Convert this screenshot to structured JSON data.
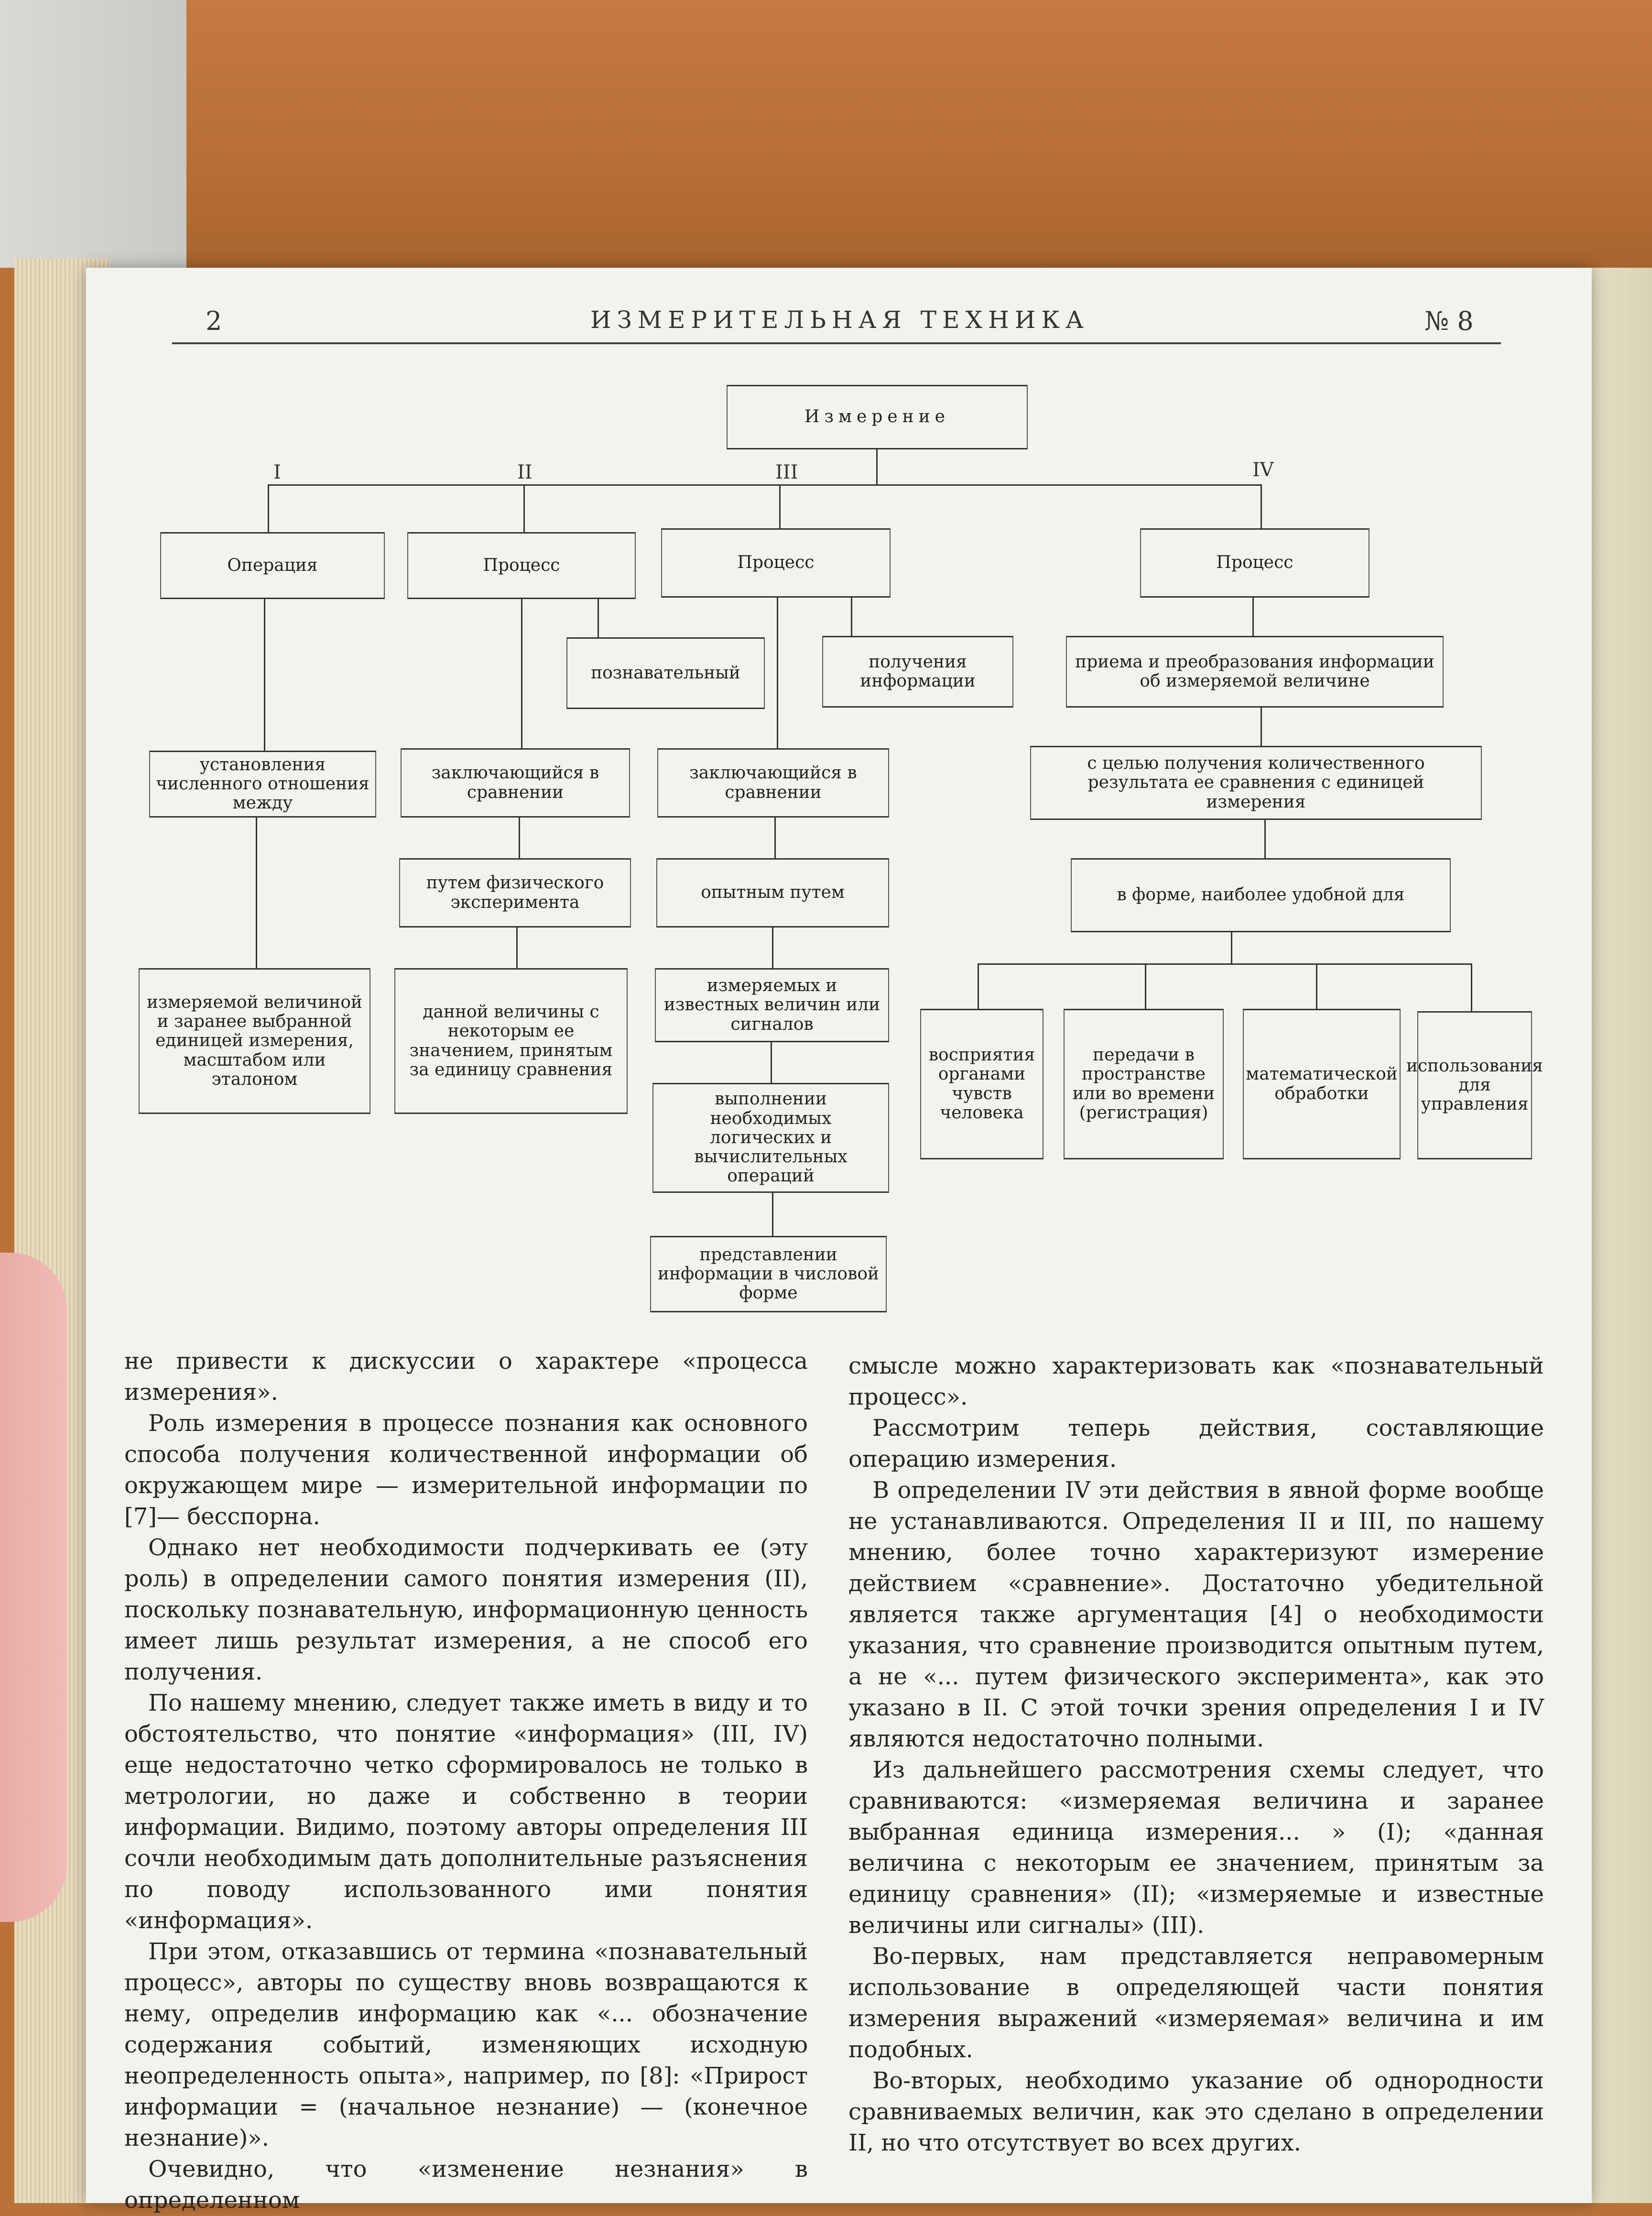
{
  "header": {
    "page_number": "2",
    "journal_title": "ИЗМЕРИТЕЛЬНАЯ ТЕХНИКА",
    "issue": "№ 8"
  },
  "diagram": {
    "root": "Измерение",
    "branch_labels": [
      "I",
      "II",
      "III",
      "IV"
    ],
    "b1": {
      "head": "Операция",
      "n1": "установления численного отношения между",
      "n2": "измеряемой величиной и заранее выбранной единицей измерения, масштабом или эталоном"
    },
    "b2": {
      "head": "Процесс",
      "side": "познавательный",
      "n1": "заключающийся в сравнении",
      "n2": "путем физического эксперимента",
      "n3": "данной величины с некоторым ее значением, принятым за единицу сравнения"
    },
    "b3": {
      "head": "Процесс",
      "side": "получения информации",
      "n1": "заключающийся в сравнении",
      "n2": "опытным путем",
      "n3": "измеряемых и известных величин или сигналов",
      "n4": "выполнении необходимых логических и вычислительных операций",
      "n5": "представлении информации в числовой форме"
    },
    "b4": {
      "head": "Процесс",
      "n1": "приема и преобразования информации об измеряемой величине",
      "n2": "с целью получения количественного результата ее сравнения с единицей измерения",
      "n3": "в форме, наиболее удобной для",
      "leaves": [
        "восприятия органами чувств человека",
        "передачи в пространстве или во времени (регистрация)",
        "математической обработки",
        "использования для управления"
      ]
    }
  },
  "text": {
    "left": [
      "не привести к дискуссии о характере «процесса измерения».",
      "Роль измерения в процессе познания как основного способа получения количественной информации об окружающем мире — измерительной информации по [7]— бесспорна.",
      "Однако нет необходимости подчеркивать ее (эту роль) в определении самого понятия измерения (II), поскольку познавательную, информационную ценность имеет лишь результат измерения, а не способ его получения.",
      "По нашему мнению, следует также иметь в виду и то обстоятельство, что понятие «информация» (III, IV) еще недостаточно четко сформировалось не только в метрологии, но даже и собственно в теории информации. Видимо, поэтому авторы определения III сочли необходимым дать дополнительные разъяснения по поводу использованного ими понятия «информация».",
      "При этом, отказавшись от термина «познавательный процесс», авторы по существу вновь возвращаются к нему, определив информацию как «... обозначение содержания событий, изменяющих исходную неопределенность опыта», например, по [8]: «Прирост информации = (начальное незнание) — (конечное незнание)».",
      "Очевидно, что «изменение незнания» в определенном"
    ],
    "right": [
      "смысле можно характеризовать как «познавательный процесс».",
      "Рассмотрим теперь действия, составляющие операцию измерения.",
      "В определении IV эти действия в явной форме вообще не устанавливаются. Определения II и III, по нашему мнению, более точно характеризуют измерение действием «сравнение». Достаточно убедительной является также аргументация [4] о необходимости указания, что сравнение производится опытным путем, а не «... путем физического эксперимента», как это указано в II. С этой точки зрения определения I и IV являются недостаточно полными.",
      "Из дальнейшего рассмотрения схемы следует, что сравниваются: «измеряемая величина и заранее выбранная единица измерения... » (I); «данная величина с некоторым ее значением, принятым за единицу сравнения» (II); «измеряемые и известные величины или сигналы» (III).",
      "Во-первых, нам представляется неправомерным использование в определяющей части понятия измерения выражений «измеряемая» величина и им подобных.",
      "Во-вторых, необходимо указание об однородности сравниваемых величин, как это сделано в определении II, но что отсутствует во всех других."
    ]
  }
}
